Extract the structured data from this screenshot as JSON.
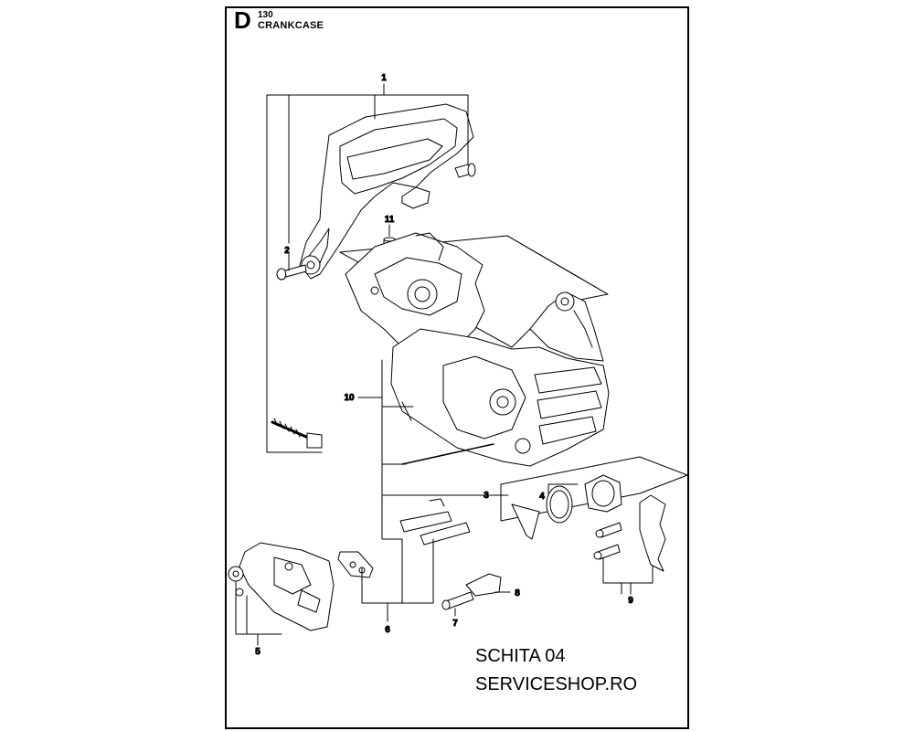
{
  "header": {
    "section_letter": "D",
    "section_number": "130",
    "section_title": "CRANKCASE"
  },
  "footer": {
    "line1": "SCHITA 04",
    "line2": "SERVICESHOP.RO"
  },
  "callouts": {
    "c1": "1",
    "c2": "2",
    "c3": "3",
    "c4": "4",
    "c5": "5",
    "c6": "6",
    "c7": "7",
    "c8": "8",
    "c9": "9",
    "c10": "10",
    "c11": "11"
  }
}
